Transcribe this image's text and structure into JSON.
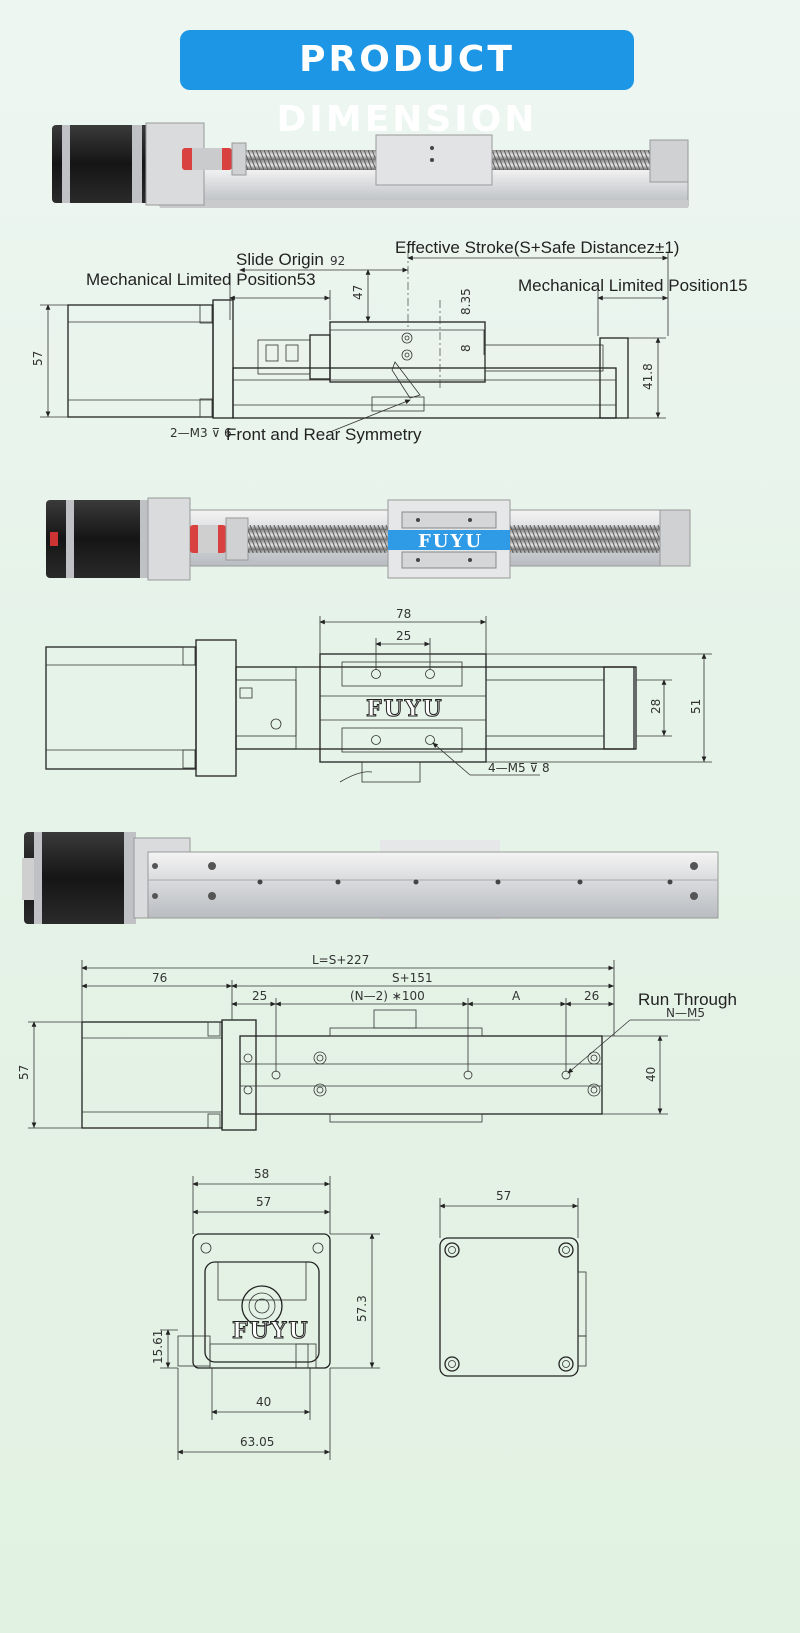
{
  "header": {
    "title": "PRODUCT DIMENSION"
  },
  "brand": "FUYU",
  "side_view": {
    "slide_origin": "Slide Origin",
    "slide_origin_value": "92",
    "effective_stroke": "Effective Stroke(S+Safe Distancez±1)",
    "mech_limit_left": "Mechanical Limited Position53",
    "mech_limit_right": "Mechanical Limited Position15",
    "dim_47": "47",
    "dim_835": "8.35",
    "dim_8": "8",
    "dim_57": "57",
    "dim_418": "41.8",
    "hole_spec": "2—M3 ⊽ 6",
    "front_rear": "Front and Rear Symmetry"
  },
  "top_view": {
    "dim_78": "78",
    "dim_25": "25",
    "dim_28": "28",
    "dim_51": "51",
    "hole_spec": "4—M5 ⊽ 8"
  },
  "bottom_view": {
    "total_length": "L=S+227",
    "dim_76": "76",
    "dim_s151": "S+151",
    "dim_25": "25",
    "dim_pitch": "(N—2) ∗100",
    "dim_a": "A",
    "dim_26": "26",
    "run_through": "Run Through",
    "hole_spec": "N—M5",
    "dim_57": "57",
    "dim_40": "40"
  },
  "end_view": {
    "dim_58": "58",
    "dim_57": "57",
    "dim_573": "57.3",
    "dim_1561": "15.61",
    "dim_40": "40",
    "dim_6305": "63.05"
  },
  "motor_view": {
    "dim_57": "57"
  }
}
